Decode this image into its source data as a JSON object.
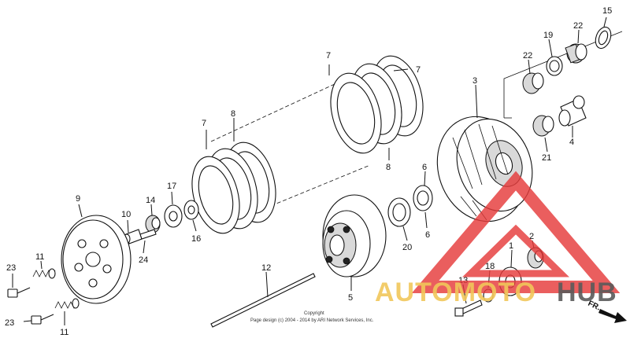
{
  "parts": {
    "p1": "1",
    "p2": "2",
    "p3": "3",
    "p4": "4",
    "p5": "5",
    "p6a": "6",
    "p6b": "6",
    "p7a": "7",
    "p7b": "7",
    "p7c": "7",
    "p8a": "8",
    "p8b": "8",
    "p9": "9",
    "p10": "10",
    "p11a": "11",
    "p11b": "11",
    "p12": "12",
    "p13": "13",
    "p14": "14",
    "p15": "15",
    "p16": "16",
    "p17": "17",
    "p18": "18",
    "p19": "19",
    "p20": "20",
    "p21": "21",
    "p22a": "22",
    "p22b": "22",
    "p23a": "23",
    "p23b": "23",
    "p24": "24"
  },
  "copyright": {
    "line1": "Copyright",
    "line2": "Page design (c) 2004 - 2014 by ARI Network Services, Inc."
  },
  "direction_label": "FR.",
  "watermark": {
    "auto": "AUTOMOTO",
    "hub": "HUB"
  },
  "colors": {
    "watermark_red": "#e53a3a",
    "watermark_yellow": "#f1c75a",
    "watermark_gray": "#5a5a5a"
  }
}
